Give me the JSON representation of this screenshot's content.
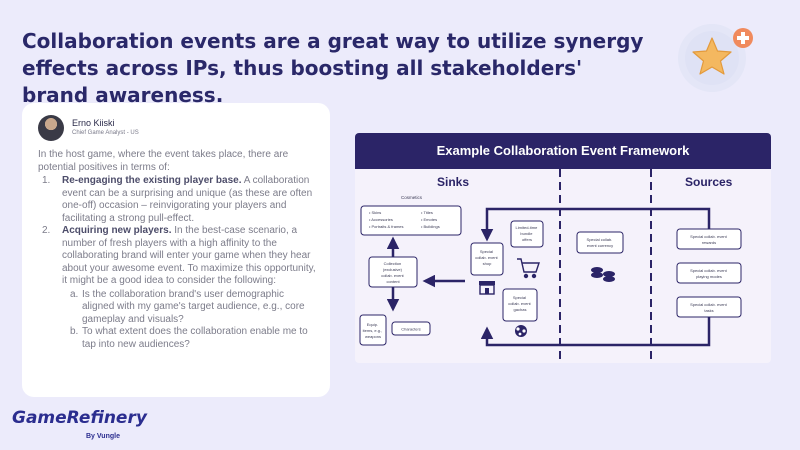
{
  "headline": "Collaboration events are a great way to utilize synergy effects across IPs, thus boosting all stakeholders' brand awareness.",
  "author": {
    "name": "Erno Kiiski",
    "role": "Chief Game Analyst - US"
  },
  "intro": "In the host game, where the event takes place, there are potential positives in terms of:",
  "points": [
    {
      "num": "1.",
      "lead": "Re-engaging the existing player base.",
      "text": " A collaboration event can be a surprising and unique (as these are often one-off) occasion – reinvigorating your players and facilitating a strong pull-effect."
    },
    {
      "num": "2.",
      "lead": "Acquiring new players.",
      "text": " In the best-case scenario, a number of fresh players with a high affinity to the collaborating brand will enter your game when they hear about your awesome event. To maximize this opportunity, it might be a good idea to consider the following:"
    }
  ],
  "subpoints": [
    {
      "num": "a.",
      "text": "Is the collaboration brand's user demographic aligned with my game's target audience, e.g., core gameplay and visuals?"
    },
    {
      "num": "b.",
      "text": "To what extent does the collaboration enable me to tap into new audiences?"
    }
  ],
  "logo": {
    "name": "GameRefinery",
    "sub": "By Vungle"
  },
  "framework": {
    "title": "Example Collaboration Event Framework",
    "sinks_label": "Sinks",
    "sources_label": "Sources",
    "cosmetics": {
      "title": "Cosmetics",
      "col1": [
        "Skins",
        "Accessories",
        "Portraits & frames"
      ],
      "col2": [
        "Titles",
        "Emotes",
        "Buildings"
      ]
    },
    "collection": [
      "Collection",
      "(exclusive)",
      "collab. event",
      "content"
    ],
    "equip": [
      "Equip.",
      "items, e.g.,",
      "weapons"
    ],
    "characters": "Characters",
    "shop": [
      "Special",
      "collab. event",
      "shop"
    ],
    "bundles": [
      "Limited-time",
      "bundle",
      "offers"
    ],
    "gachas": [
      "Special",
      "collab. event",
      "gachas"
    ],
    "currency": [
      "Special collab.",
      "event currency"
    ],
    "rewards": [
      "Special collab. event",
      "rewards"
    ],
    "modes": [
      "Special collab. event",
      "playing modes"
    ],
    "tasks": [
      "Special collab. event",
      "tasks"
    ]
  },
  "colors": {
    "navy": "#2b2467",
    "accent": "#f08a5d",
    "star": "#f4b860"
  }
}
